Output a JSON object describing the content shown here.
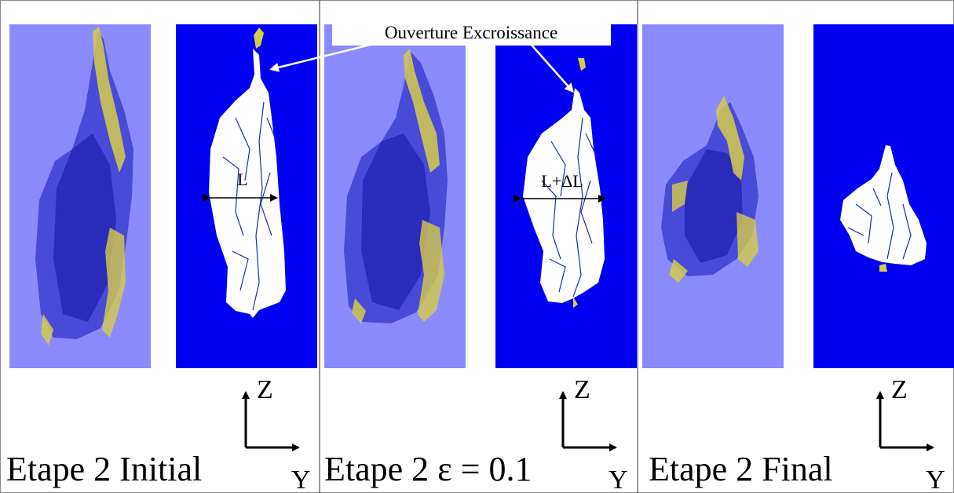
{
  "annotation": {
    "label": "Ouverture Excroissance"
  },
  "colors": {
    "panel_light": "#8b8bff",
    "panel_dark": "#0000f2",
    "slab_light": "#4747d6",
    "slab_dark": "#1818a8",
    "cluster_white": "#ffffff",
    "crack_line": "#1a2ea8",
    "debris_yellow": "#d4cc4a",
    "text": "#000000"
  },
  "icons": {
    "axes": "zy-axes-icon",
    "measure": "double-arrow-icon"
  },
  "panels": [
    {
      "caption": "Etape 2 Initial",
      "axis_vertical": "Z",
      "axis_horizontal": "Y",
      "measure_label": "L"
    },
    {
      "caption": "Etape 2 ε = 0.1",
      "axis_vertical": "Z",
      "axis_horizontal": "Y",
      "measure_label": "L+ΔL"
    },
    {
      "caption": "Etape 2 Final",
      "axis_vertical": "Z",
      "axis_horizontal": "Y"
    }
  ]
}
